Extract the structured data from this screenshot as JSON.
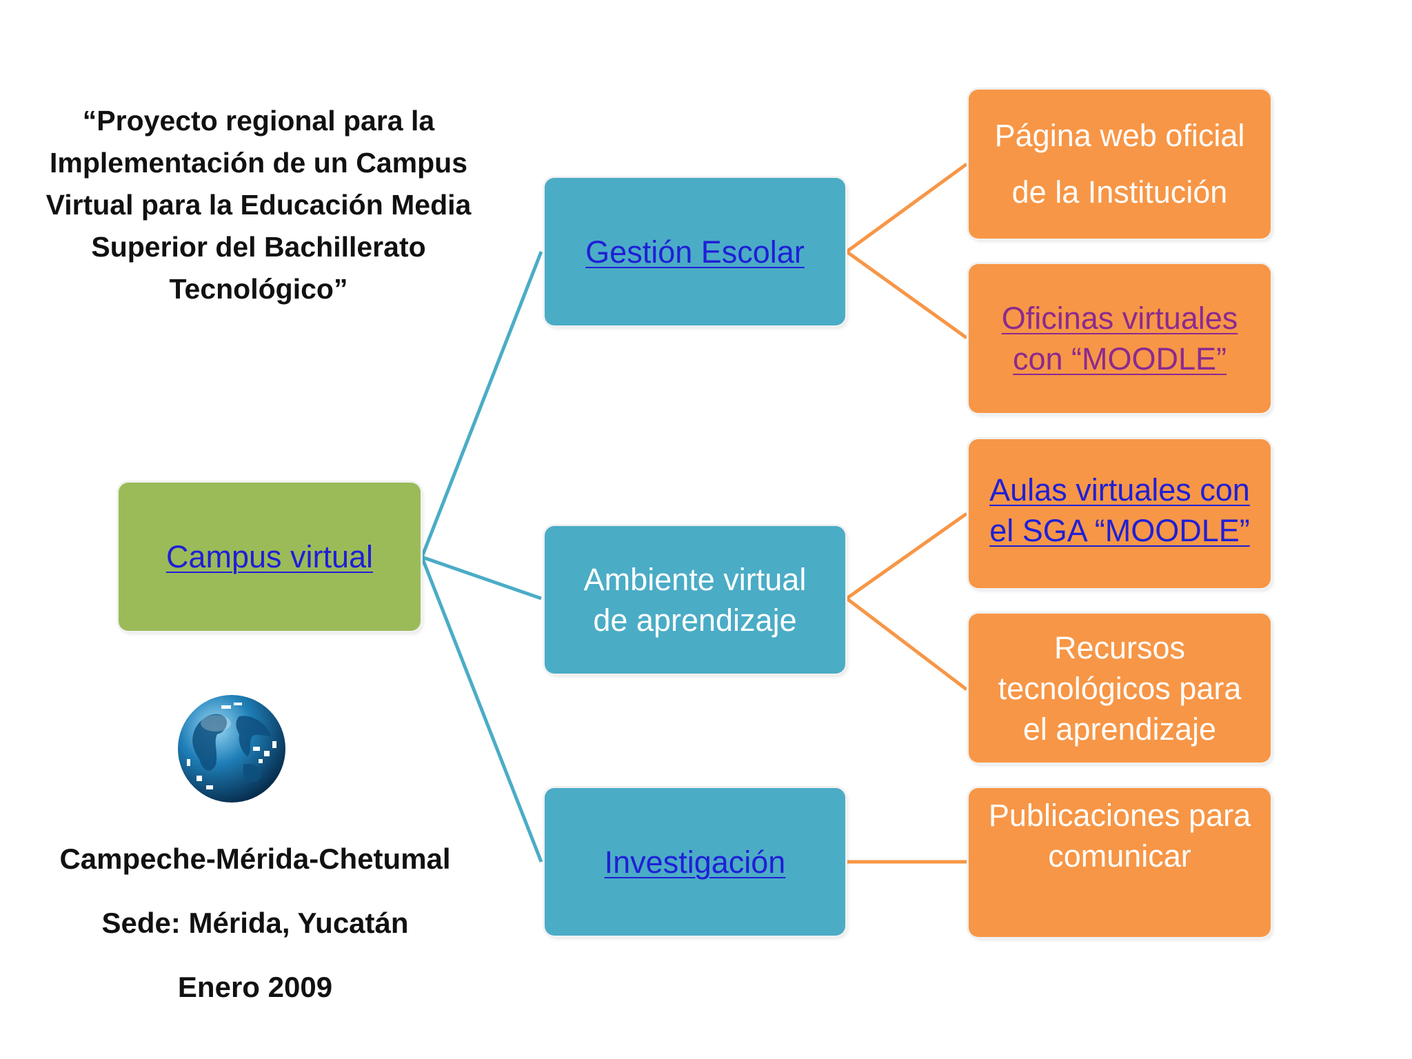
{
  "title": "“Proyecto  regional  para la\nImplementación de un Campus\nVirtual   para la Educación Media\nSuperior del  Bachillerato\nTecnológico”",
  "footer": {
    "cities": "Campeche-Mérida-Chetumal",
    "sede": "Sede: Mérida, Yucatán",
    "date": "Enero 2009"
  },
  "colors": {
    "root": "#9bbb59",
    "branch": "#4bacc6",
    "leaf": "#f79646",
    "link": "#1f1fd6",
    "visited_link": "#8b2a8f"
  },
  "nodes": {
    "root": {
      "label": "Campus virtual"
    },
    "gestion": {
      "label": "Gestión Escolar"
    },
    "ambiente": {
      "label": "Ambiente virtual\nde aprendizaje"
    },
    "investigacion": {
      "label": "Investigación"
    },
    "pagina_web": {
      "label": "Página web oficial\nde la Institución"
    },
    "oficinas": {
      "label": "Oficinas virtuales\ncon “MOODLE”"
    },
    "aulas": {
      "label": "Aulas virtuales con\nel SGA  “MOODLE”"
    },
    "recursos": {
      "label": "Recursos\ntecnológicos para\nel aprendizaje"
    },
    "publicaciones": {
      "label": "Publicaciones para\ncomunicar"
    }
  },
  "globe_icon": "globe-icon"
}
